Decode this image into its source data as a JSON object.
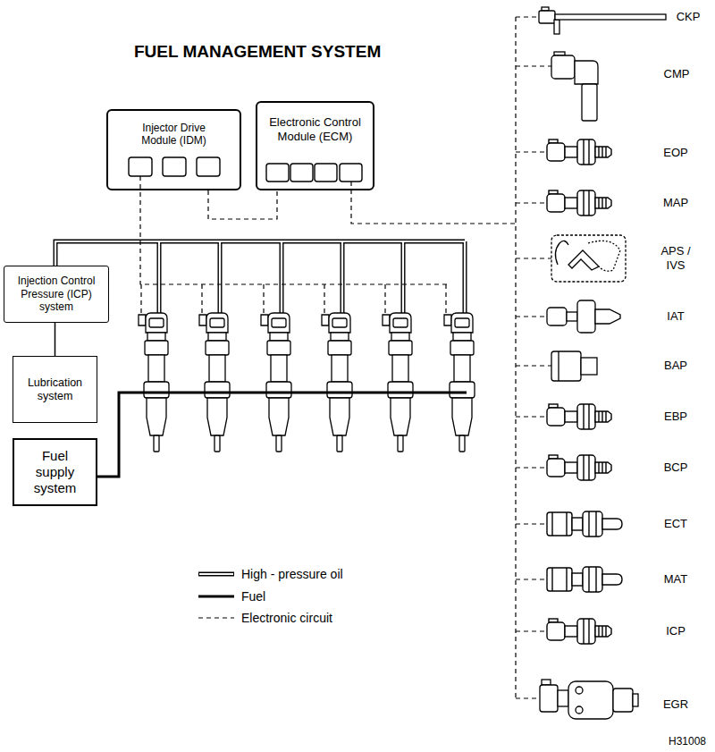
{
  "diagram": {
    "title": "FUEL MANAGEMENT SYSTEM",
    "nodes": [
      {
        "text": [
          "Injector Drive Module (IDM)"
        ]
      },
      {
        "text": [
          "Electronic Control Module (ECM)"
        ]
      },
      {
        "text": [
          "Injection Control Pressure (ICP) system"
        ]
      },
      {
        "text": [
          "Lubrication system"
        ]
      },
      {
        "text": [
          "Fuel supply system"
        ]
      }
    ],
    "edges": [
      {
        "from": 0,
        "to": 1,
        "arrow": "none"
      },
      {
        "from": 3,
        "to": 2,
        "arrow": "none"
      }
    ],
    "labels": [
      "CKP",
      "CMP",
      "EOP",
      "MAP",
      "APS / IVS",
      "IAT",
      "BAP",
      "EBP",
      "BCP",
      "ECT",
      "MAT",
      "ICP",
      "EGR",
      "H31008"
    ],
    "legend": [
      {
        "text": "High - pressure oil"
      },
      {
        "text": "Fuel"
      },
      {
        "text": "Electronic circuit"
      }
    ]
  }
}
